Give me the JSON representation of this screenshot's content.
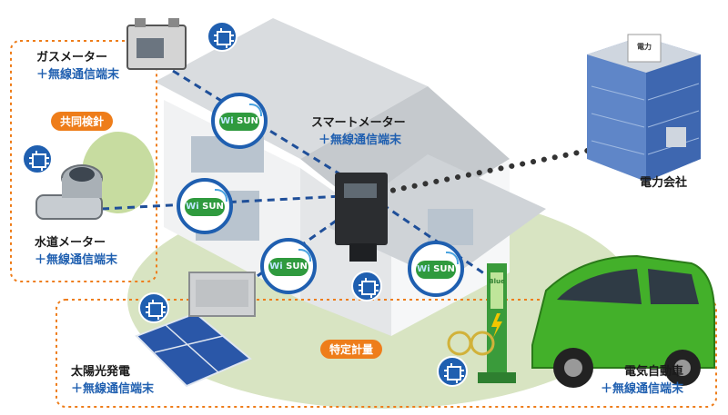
{
  "labels": {
    "gas": {
      "line1": "ガスメーター",
      "line2": "＋無線通信端末"
    },
    "water": {
      "line1": "水道メーター",
      "line2": "＋無線通信端末"
    },
    "solar": {
      "line1": "太陽光発電",
      "line2": "＋無線通信端末"
    },
    "smart": {
      "line1": "スマートメーター",
      "line2": "＋無線通信端末"
    },
    "ev": {
      "line1": "電気自動車",
      "line2": "＋無線通信端末"
    },
    "company": "電力会社"
  },
  "groups": {
    "joint": "共同検針",
    "specific": "特定計量"
  },
  "wisun": {
    "wi": "Wi",
    "sun": "SUN"
  },
  "building_sign": "電力",
  "charger_text": "Blue",
  "colors": {
    "blue": "#1f5fb0",
    "orange": "#ee7d1a",
    "green": "#2f9a3e",
    "car_green": "#43b02a"
  },
  "icons": [
    "circuit-chip-icon",
    "wi-sun-icon",
    "wifi-waves-icon",
    "lightning-icon"
  ]
}
